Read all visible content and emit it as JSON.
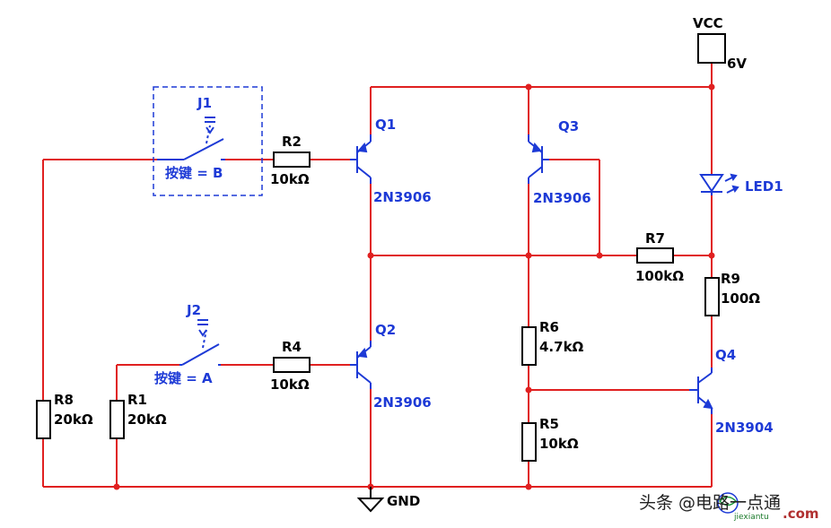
{
  "colors": {
    "wire": "#e02020",
    "component": "#1d3ad6",
    "label": "#000000",
    "part_label": "#1d3ad6"
  },
  "power": {
    "vcc_label": "VCC",
    "vcc_value": "6V",
    "gnd_label": "GND"
  },
  "switches": {
    "j1": {
      "ref": "J1",
      "key_label": "按键 = B"
    },
    "j2": {
      "ref": "J2",
      "key_label": "按键 = A"
    }
  },
  "transistors": {
    "q1": {
      "ref": "Q1",
      "model": "2N3906"
    },
    "q2": {
      "ref": "Q2",
      "model": "2N3906"
    },
    "q3": {
      "ref": "Q3",
      "model": "2N3906"
    },
    "q4": {
      "ref": "Q4",
      "model": "2N3904"
    }
  },
  "resistors": {
    "r1": {
      "ref": "R1",
      "value": "20kΩ"
    },
    "r2": {
      "ref": "R2",
      "value": "10kΩ"
    },
    "r4": {
      "ref": "R4",
      "value": "10kΩ"
    },
    "r5": {
      "ref": "R5",
      "value": "10kΩ"
    },
    "r6": {
      "ref": "R6",
      "value": "4.7kΩ"
    },
    "r7": {
      "ref": "R7",
      "value": "100kΩ"
    },
    "r8": {
      "ref": "R8",
      "value": "20kΩ"
    },
    "r9": {
      "ref": "R9",
      "value": "100Ω"
    }
  },
  "led": {
    "ref": "LED1"
  },
  "watermark": {
    "text": "头条 @电路一点通",
    "site": "jiexiantu",
    "domain": ".com"
  }
}
